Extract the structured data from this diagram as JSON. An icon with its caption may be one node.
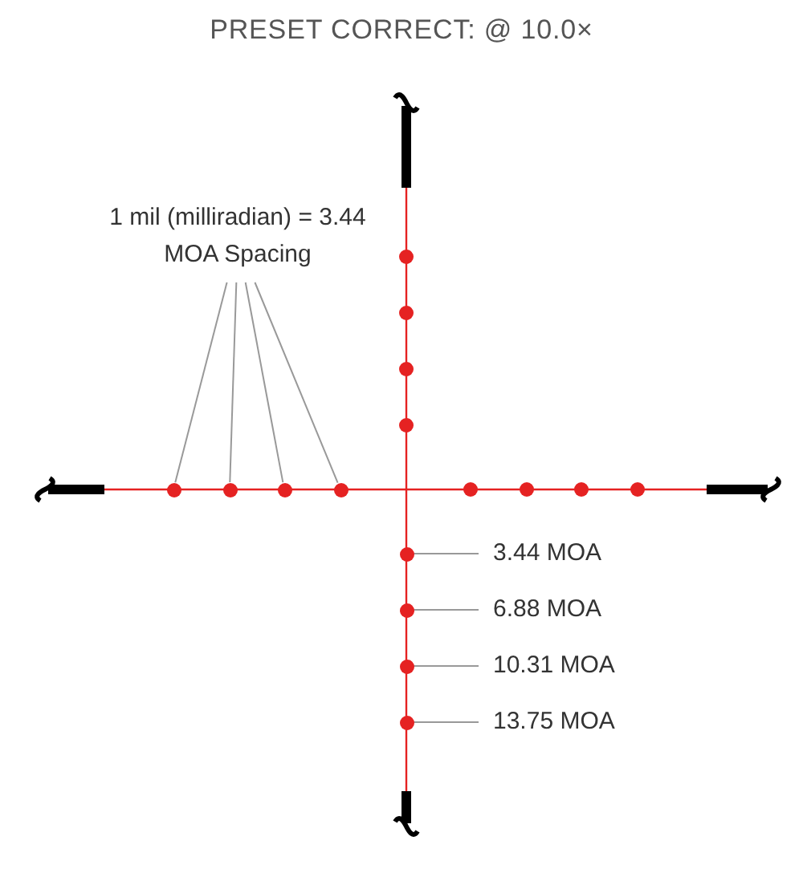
{
  "diagram": {
    "title": "PRESET CORRECT: @ 10.0×",
    "nodes": [
      {
        "text": [
          "1 mil (milliradian) = 3.44 MOA Spacing"
        ]
      },
      {
        "text": [],
        "shape": "circle"
      },
      {
        "text": [],
        "shape": "circle"
      },
      {
        "text": [],
        "shape": "circle"
      },
      {
        "text": [],
        "shape": "circle"
      },
      {
        "text": [
          "3.44 MOA"
        ]
      },
      {
        "text": [
          "6.88 MOA"
        ]
      },
      {
        "text": [
          "10.31 MOA"
        ]
      },
      {
        "text": [
          "13.75 MOA"
        ]
      },
      {
        "text": [],
        "shape": "circle"
      },
      {
        "text": [],
        "shape": "circle"
      },
      {
        "text": [],
        "shape": "circle"
      },
      {
        "text": [],
        "shape": "circle"
      }
    ],
    "edges": [
      {
        "from": 0,
        "to": 1,
        "arrow": "none"
      },
      {
        "from": 0,
        "to": 2,
        "arrow": "none"
      },
      {
        "from": 0,
        "to": 3,
        "arrow": "none"
      },
      {
        "from": 0,
        "to": 4,
        "arrow": "none"
      },
      {
        "from": 5,
        "to": 9,
        "arrow": "none"
      },
      {
        "from": 6,
        "to": 10,
        "arrow": "none"
      },
      {
        "from": 7,
        "to": 11,
        "arrow": "none"
      },
      {
        "from": 8,
        "to": 12,
        "arrow": "none"
      }
    ]
  }
}
